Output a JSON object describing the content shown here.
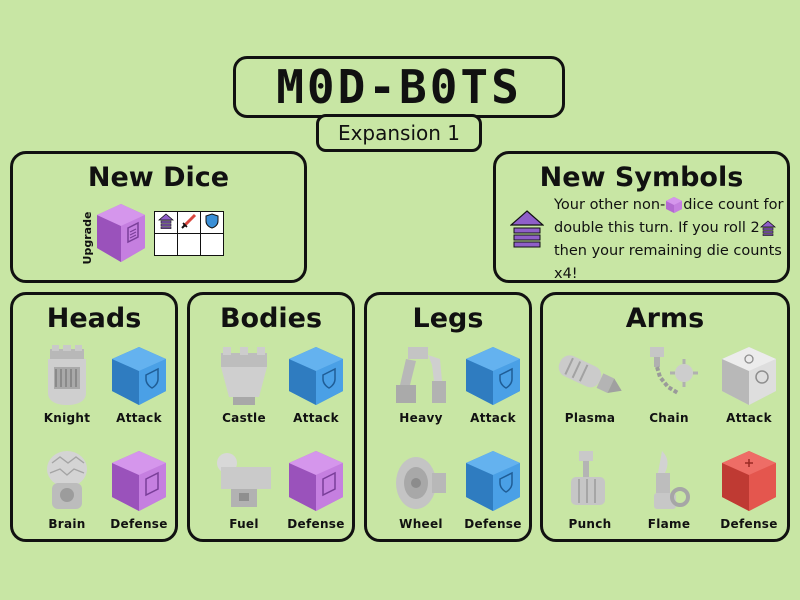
{
  "title": "M0D-B0TS",
  "subtitle": "Expansion 1",
  "new_dice": {
    "title": "New Dice",
    "upgrade_label": "Upgrade",
    "die_color": "#b36ad1",
    "grid_icons": [
      "upgrade-icon",
      "sword-icon",
      "shield-icon"
    ]
  },
  "new_symbols": {
    "title": "New Symbols",
    "text_part1": "Your other non-",
    "text_part2": "dice count for double this turn. If you roll 2",
    "text_part3": " then your remaining die counts x4!"
  },
  "heads": {
    "title": "Heads",
    "items": [
      {
        "label": "Knight"
      },
      {
        "label": "Attack"
      },
      {
        "label": "Brain"
      },
      {
        "label": "Defense"
      }
    ]
  },
  "bodies": {
    "title": "Bodies",
    "items": [
      {
        "label": "Castle"
      },
      {
        "label": "Attack"
      },
      {
        "label": "Fuel"
      },
      {
        "label": "Defense"
      }
    ]
  },
  "legs": {
    "title": "Legs",
    "items": [
      {
        "label": "Heavy"
      },
      {
        "label": "Attack"
      },
      {
        "label": "Wheel"
      },
      {
        "label": "Defense"
      }
    ]
  },
  "arms": {
    "title": "Arms",
    "items": [
      {
        "label": "Plasma"
      },
      {
        "label": "Chain"
      },
      {
        "label": "Attack"
      },
      {
        "label": "Punch"
      },
      {
        "label": "Flame"
      },
      {
        "label": "Defense"
      }
    ]
  },
  "colors": {
    "background": "#c8e6a4",
    "blue_die": "#3a8fd6",
    "purple_die": "#b36ad1",
    "red_die": "#d9473f",
    "grey_die": "#cfcfcf",
    "upgrade_symbol": "#8f5fc9"
  }
}
